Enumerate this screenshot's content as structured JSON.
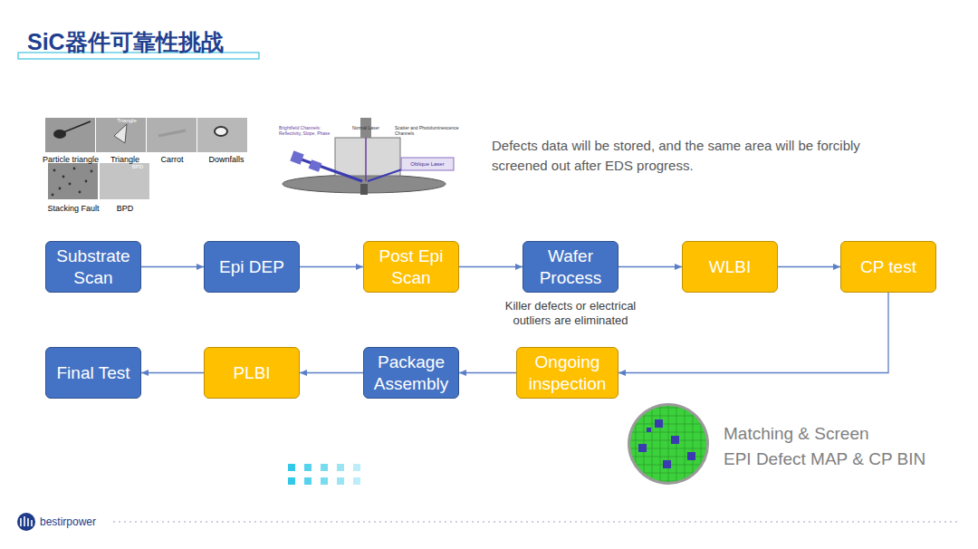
{
  "diagram": {
    "title": "SiC器件可靠性挑战",
    "nodes": [
      {
        "text": [
          "Substrate Scan"
        ]
      },
      {
        "text": [
          "Epi DEP"
        ]
      },
      {
        "text": [
          "Post Epi Scan"
        ]
      },
      {
        "text": [
          "Wafer Process"
        ]
      },
      {
        "text": [
          "WLBI"
        ]
      },
      {
        "text": [
          "CP test"
        ]
      },
      {
        "text": [
          "Ongoing inspection"
        ]
      },
      {
        "text": [
          "Package Assembly"
        ]
      },
      {
        "text": [
          "PLBI"
        ]
      },
      {
        "text": [
          "Final Test"
        ]
      }
    ],
    "edges": [
      {
        "from": 0,
        "to": 1,
        "arrow": "to"
      },
      {
        "from": 1,
        "to": 2,
        "arrow": "to"
      },
      {
        "from": 2,
        "to": 3,
        "arrow": "to"
      },
      {
        "from": 3,
        "to": 4,
        "arrow": "to"
      },
      {
        "from": 4,
        "to": 5,
        "arrow": "to"
      },
      {
        "from": 5,
        "to": 6,
        "arrow": "to"
      },
      {
        "from": 6,
        "to": 7,
        "arrow": "to"
      },
      {
        "from": 7,
        "to": 8,
        "arrow": "to"
      },
      {
        "from": 8,
        "to": 9,
        "arrow": "to"
      }
    ],
    "labels": [
      "Defects data will be stored, and the same area will be forcibly screened out after EDS progress.",
      "Killer defects or electrical outliers are eliminated",
      "Matching & Screen",
      "EPI Defect MAP & CP BIN",
      "Particle triangle",
      "Triangle",
      "Carrot",
      "Downfalls",
      "Stacking Fault",
      "BPD",
      "Triangle",
      "BPD",
      "Normal Laser",
      "Brightfield Channels: Reflectivity, Slope, Phase",
      "Scatter and Photoluminescence Channels",
      "Oblique Laser",
      "bestirpower"
    ]
  }
}
